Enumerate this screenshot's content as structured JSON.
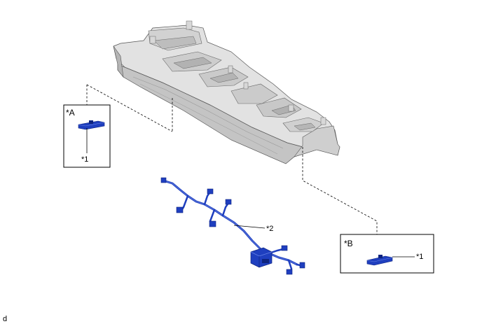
{
  "labels": {
    "view_a": "*A",
    "view_b": "*B",
    "callout_1_a": "*1",
    "callout_1_b": "*1",
    "callout_2": "*2",
    "footer_code": "d"
  },
  "colors": {
    "part_blue": "#1f3fbf",
    "part_blue_dark": "#0e2480",
    "console_light": "#e4e4e4",
    "console_mid": "#c9c9c9",
    "console_dark": "#a9a9a9",
    "outline": "#555555",
    "leader": "#000000"
  }
}
